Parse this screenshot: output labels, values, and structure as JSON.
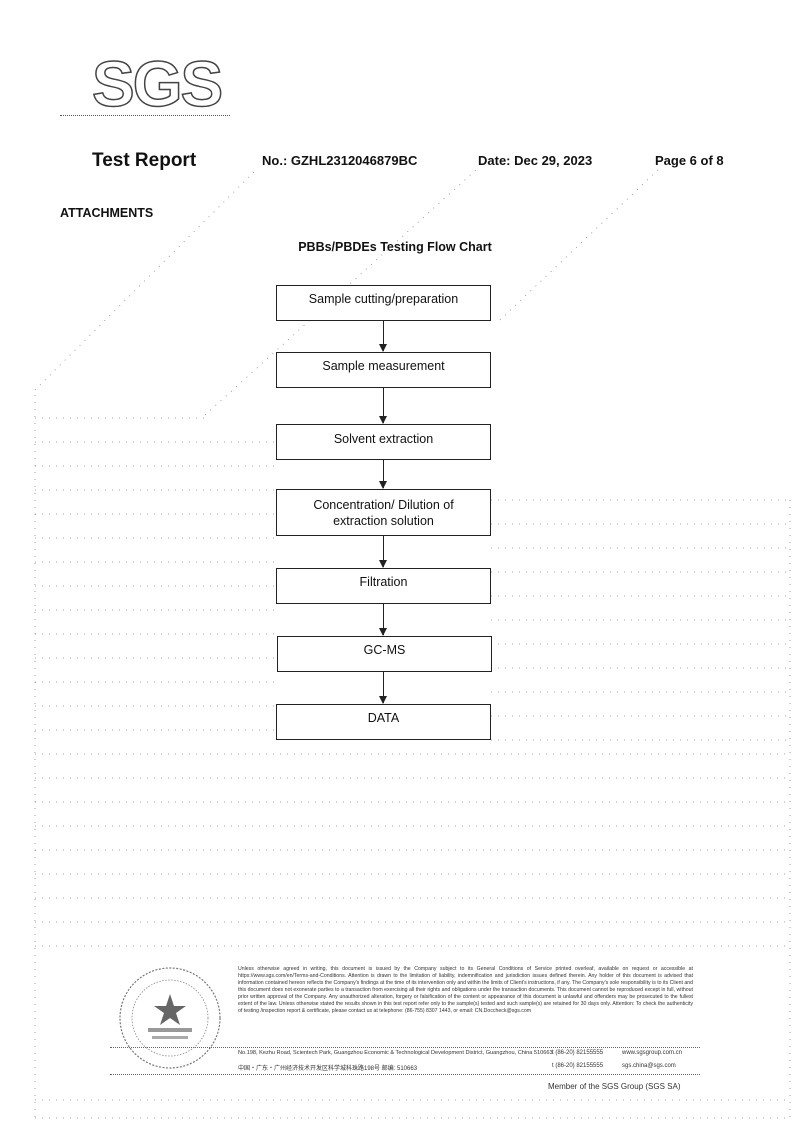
{
  "header": {
    "logo_text": "SGS",
    "title": "Test Report",
    "report_no": "No.: GZHL2312046879BC",
    "date": "Date: Dec 29, 2023",
    "page": "Page 6 of 8"
  },
  "section": {
    "heading": "ATTACHMENTS",
    "chart_title": "PBBs/PBDEs Testing Flow Chart"
  },
  "flow_steps": [
    "Sample cutting/preparation",
    "Sample measurement",
    "Solvent extraction",
    "Concentration/ Dilution of extraction solution",
    "Filtration",
    "GC-MS",
    "DATA"
  ],
  "footer": {
    "disclaimer": "Unless otherwise agreed in writing, this document is issued by the Company subject to its General Conditions of Service printed overleaf, available on request or accessible at https://www.sgs.com/en/Terms-and-Conditions. Attention is drawn to the limitation of liability, indemnification and jurisdiction issues defined therein. Any holder of this document is advised that information contained hereon reflects the Company's findings at the time of its intervention only and within the limits of Client's instructions, if any. The Company's sole responsibility is to its Client and this document does not exonerate parties to a transaction from exercising all their rights and obligations under the transaction documents. This document cannot be reproduced except in full, without prior written approval of the Company. Any unauthorized alteration, forgery or falsification of the content or appearance of this document is unlawful and offenders may be prosecuted to the fullest extent of the law. Unless otherwise stated the results shown in this test report refer only to the sample(s) tested and such sample(s) are retained for 30 days only.",
    "attention": "Attention: To check the authenticity of testing /inspection report & certificate, please contact us at telephone: (86-755) 8307 1443, or email: CN.Doccheck@sgs.com",
    "address_en": "No.198, Kezhu Road, Scientech Park, Guangzhou Economic & Technological Development District, Guangzhou, China 510663",
    "address_cn": "中国・广东・广州经济技术开发区科学城科珠路198号 邮编: 510663",
    "phone_1": "t (86-20) 82155555",
    "phone_2": "t (86-20) 82155555",
    "web": "www.sgsgroup.com.cn",
    "email": "sgs.china@sgs.com",
    "member": "Member of the SGS Group (SGS SA)"
  }
}
